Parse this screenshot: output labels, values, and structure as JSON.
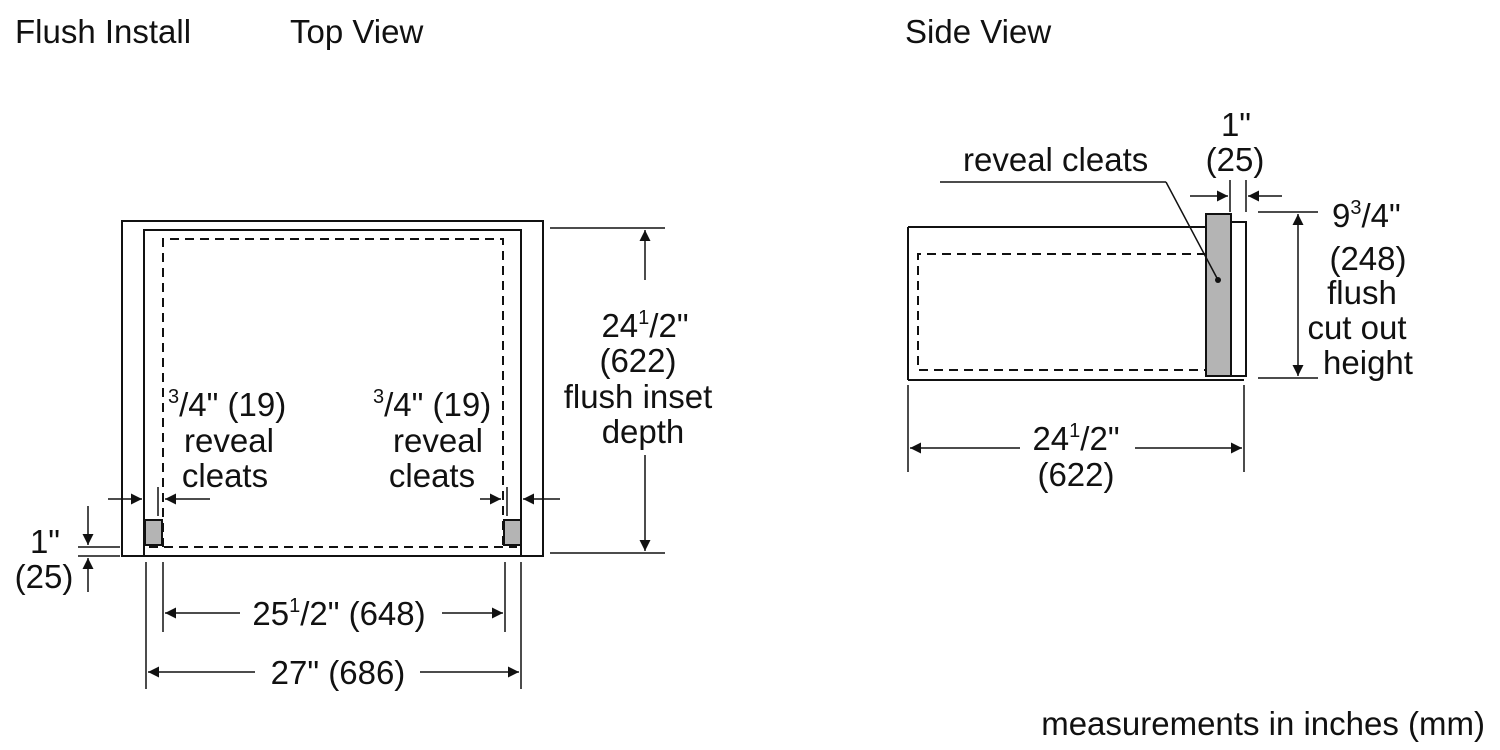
{
  "titles": {
    "flush_install": "Flush Install",
    "top_view": "Top View",
    "side_view": "Side View"
  },
  "top_view": {
    "depth": {
      "whole": "24",
      "sup": "1",
      "rest": "/2\"",
      "mm": "(622)",
      "line1": "flush inset",
      "line2": "depth"
    },
    "left_cleat": {
      "sup": "3",
      "rest": "/4\" (19)",
      "line1": "reveal",
      "line2": "cleats"
    },
    "right_cleat": {
      "sup": "3",
      "rest": "/4\" (19)",
      "line1": "reveal",
      "line2": "cleats"
    },
    "inner_width": {
      "whole": "25",
      "sup": "1",
      "rest": "/2\" (648)"
    },
    "outer_width": {
      "text": "27\" (686)"
    },
    "front_offset": {
      "inch": "1\"",
      "mm": "(25)"
    }
  },
  "side_view": {
    "cleats_label": "reveal cleats",
    "thickness": {
      "inch": "1\"",
      "mm": "(25)"
    },
    "height": {
      "whole": "9",
      "sup": "3",
      "rest": "/4\"",
      "mm": "(248)",
      "line1": "flush",
      "line2": "cut out",
      "line3": "height"
    },
    "depth": {
      "whole": "24",
      "sup": "1",
      "rest": "/2\"",
      "mm": "(622)"
    }
  },
  "footer": {
    "units_note": "measurements in inches (mm)"
  },
  "colors": {
    "line": "#111111",
    "cleat_fill": "#b4b4b4",
    "background": "#ffffff"
  }
}
